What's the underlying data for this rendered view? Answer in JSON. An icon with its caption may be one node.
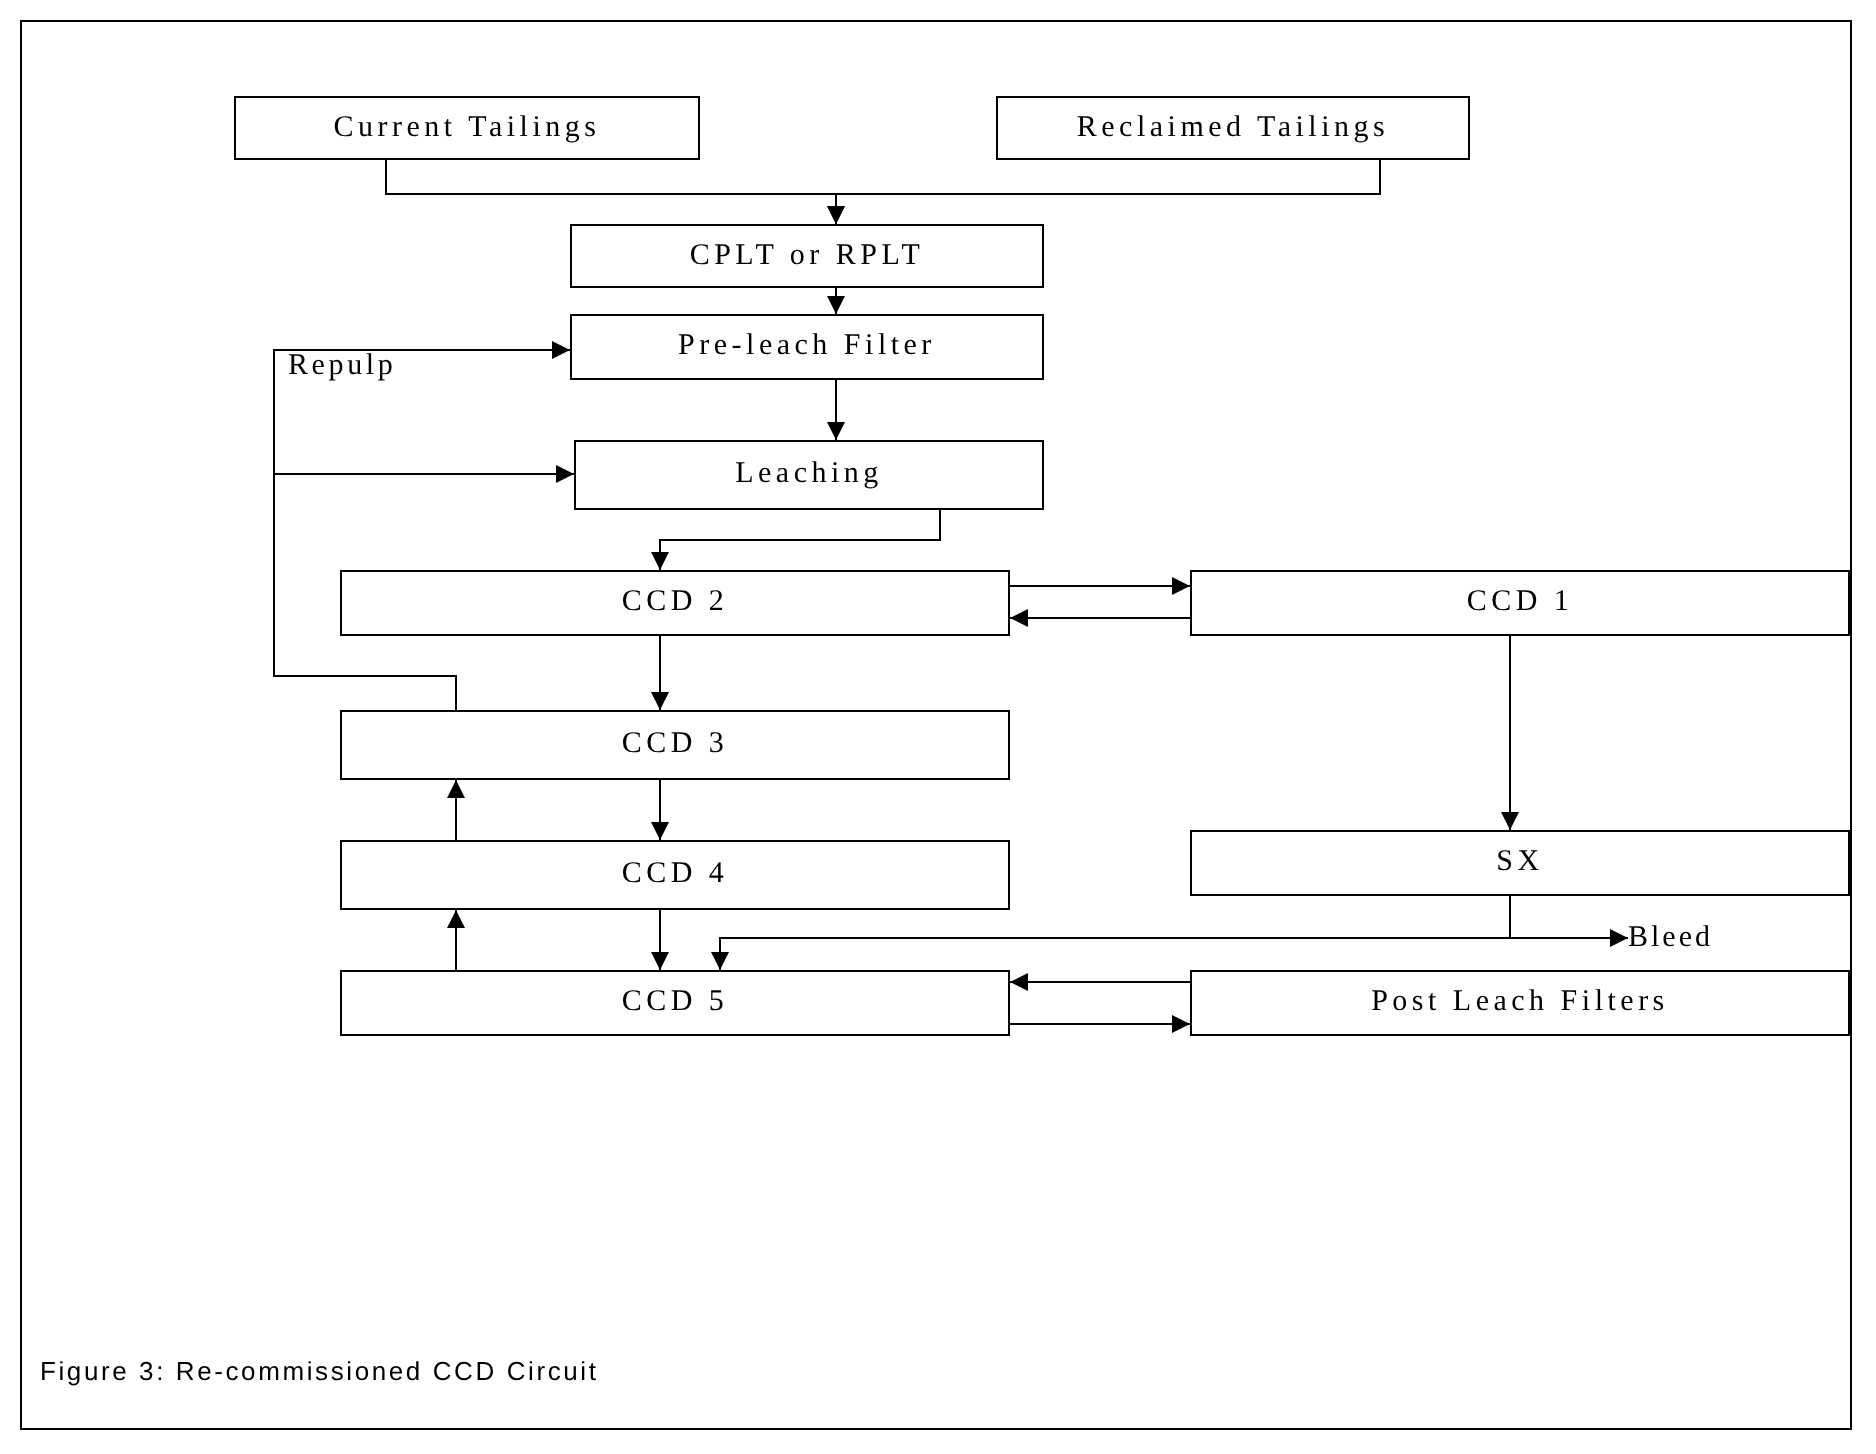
{
  "diagram": {
    "caption": "Figure 3: Re-commissioned CCD Circuit",
    "nodes": [
      {
        "text": [
          "Current Tailings"
        ]
      },
      {
        "text": [
          "Reclaimed Tailings"
        ]
      },
      {
        "text": [
          "CPLT or RPLT"
        ]
      },
      {
        "text": [
          "Pre-leach Filter"
        ]
      },
      {
        "text": [
          "Leaching"
        ]
      },
      {
        "text": [
          "CCD 2"
        ]
      },
      {
        "text": [
          "CCD 1"
        ]
      },
      {
        "text": [
          "CCD 3"
        ]
      },
      {
        "text": [
          "SX"
        ]
      },
      {
        "text": [
          "CCD 4"
        ]
      },
      {
        "text": [
          "CCD 5"
        ]
      },
      {
        "text": [
          "Post Leach Filters"
        ]
      },
      {
        "text": [
          "Bleed"
        ]
      }
    ],
    "edges": [
      {
        "from": 0,
        "to": 2,
        "arrow": "to"
      },
      {
        "from": 1,
        "to": 2,
        "arrow": "to"
      },
      {
        "from": 2,
        "to": 3,
        "arrow": "to"
      },
      {
        "from": 3,
        "to": 4,
        "arrow": "to"
      },
      {
        "from": 4,
        "to": 5,
        "arrow": "to"
      },
      {
        "from": 5,
        "to": 6,
        "arrow": "to"
      },
      {
        "from": 6,
        "to": 5,
        "arrow": "to"
      },
      {
        "from": 5,
        "to": 7,
        "arrow": "to"
      },
      {
        "from": 7,
        "to": 3,
        "arrow": "to",
        "label": "Repulp"
      },
      {
        "from": 7,
        "to": 4,
        "arrow": "to"
      },
      {
        "from": 7,
        "to": 9,
        "arrow": "to"
      },
      {
        "from": 9,
        "to": 7,
        "arrow": "to"
      },
      {
        "from": 9,
        "to": 10,
        "arrow": "to"
      },
      {
        "from": 10,
        "to": 9,
        "arrow": "to"
      },
      {
        "from": 6,
        "to": 8,
        "arrow": "to"
      },
      {
        "from": 8,
        "to": 12,
        "arrow": "to"
      },
      {
        "from": 8,
        "to": 10,
        "arrow": "to"
      },
      {
        "from": 11,
        "to": 10,
        "arrow": "to"
      },
      {
        "from": 10,
        "to": 11,
        "arrow": "to"
      }
    ]
  }
}
